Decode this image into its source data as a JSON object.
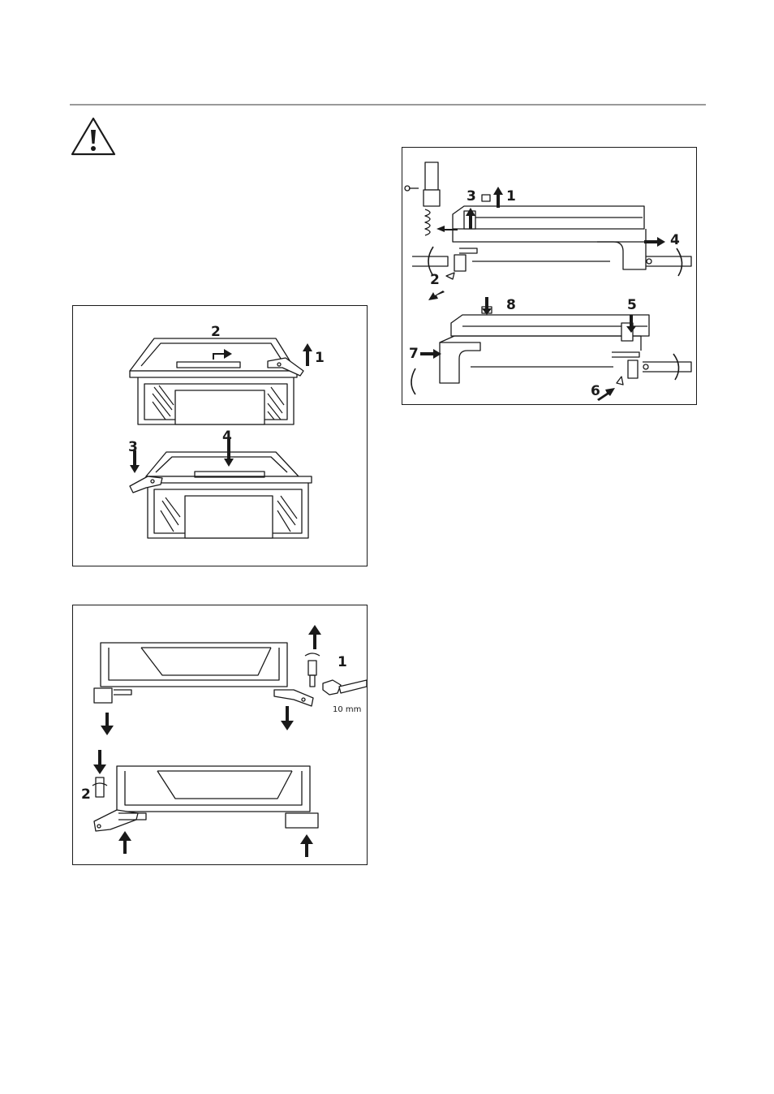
{
  "warning": {
    "icon": "warning-triangle-icon"
  },
  "figures": {
    "drawer_top": {
      "step_labels": [
        "1",
        "2",
        "3",
        "4"
      ]
    },
    "drawer_feet": {
      "step_labels": [
        "1",
        "2"
      ],
      "wrench_size": "10 mm"
    },
    "door_hinge": {
      "step_labels": [
        "1",
        "2",
        "3",
        "4",
        "5",
        "6",
        "7",
        "8"
      ]
    }
  }
}
